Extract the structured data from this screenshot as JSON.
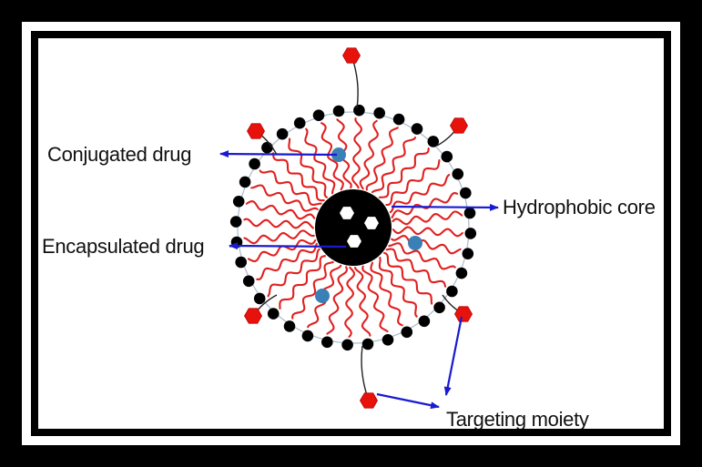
{
  "labels": {
    "conjugated_drug": "Conjugated drug",
    "encapsulated_drug": "Encapsulated drug",
    "hydrophobic_core": "Hydrophobic core",
    "targeting_moiety": "Targeting moiety"
  },
  "colors": {
    "frame": "#000000",
    "tail": "#e02020",
    "head": "#000000",
    "core": "#000000",
    "drug": "#3a7fb6",
    "ligand": "#e8120c",
    "arrow": "#1a1ad0",
    "shell": "#a9bccd"
  },
  "icons": {
    "ligand": "hexagon-ligand-icon",
    "drug": "encapsulated-drug-hexagon-icon"
  }
}
